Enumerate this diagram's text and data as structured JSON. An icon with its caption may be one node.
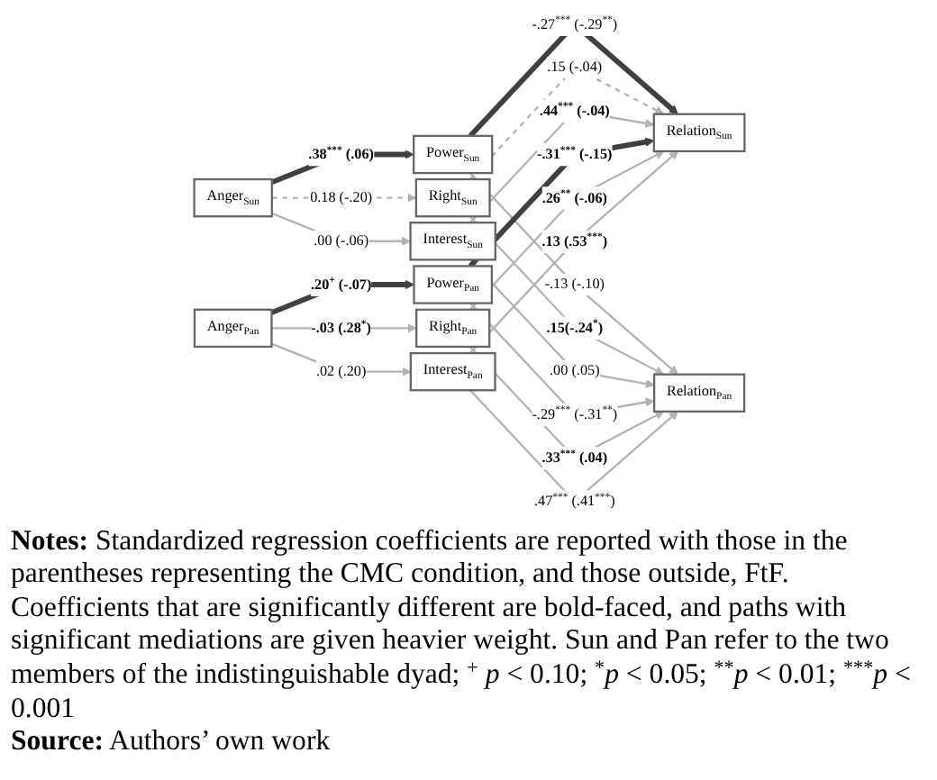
{
  "diagram": {
    "nodes": [
      {
        "text": [
          "Anger$_{Sun}$"
        ]
      },
      {
        "text": [
          "Power$_{Sun}$"
        ]
      },
      {
        "text": [
          "Right$_{Sun}$"
        ]
      },
      {
        "text": [
          "Interest$_{Sun}$"
        ]
      },
      {
        "text": [
          "Relation$_{Sun}$"
        ]
      },
      {
        "text": [
          "Anger$_{Pan}$"
        ]
      },
      {
        "text": [
          "Power$_{Pan}$"
        ]
      },
      {
        "text": [
          "Right$_{Pan}$"
        ]
      },
      {
        "text": [
          "Interest$_{Pan}$"
        ]
      },
      {
        "text": [
          "Relation$_{Pan}$"
        ]
      }
    ],
    "edges": [
      {
        "from": 0,
        "to": 1,
        "arrow": "to",
        "label": ".38$^{***}$ (.06)",
        "style": "thick",
        "color": "#404040"
      },
      {
        "from": 0,
        "to": 2,
        "arrow": "to",
        "label": "0.18 (-.20)",
        "style": "dashed"
      },
      {
        "from": 0,
        "to": 3,
        "arrow": "to",
        "label": ".00 (-.06)"
      },
      {
        "from": 1,
        "to": 4,
        "arrow": "to",
        "label": "-.27$^{***}$ (-.29$^{**}$)",
        "style": "thick",
        "color": "#404040"
      },
      {
        "from": 2,
        "to": 4,
        "arrow": "to",
        "label": ".15 (-.04)",
        "style": "dashed"
      },
      {
        "from": 3,
        "to": 4,
        "arrow": "to",
        "label": ".44$^{***}$ (-.04)"
      },
      {
        "from": 1,
        "to": 9,
        "arrow": "to",
        "label": "-.13 (-.10)"
      },
      {
        "from": 2,
        "to": 9,
        "arrow": "to",
        "label": ".15(-.24$^{*}$)"
      },
      {
        "from": 3,
        "to": 9,
        "arrow": "to",
        "label": ".00 (.05)"
      },
      {
        "from": 5,
        "to": 6,
        "arrow": "to",
        "label": ".20$^{+}$ (-.07)",
        "style": "thick",
        "color": "#404040"
      },
      {
        "from": 5,
        "to": 7,
        "arrow": "to",
        "label": "-.03 (.28$^{*}$)"
      },
      {
        "from": 5,
        "to": 8,
        "arrow": "to",
        "label": ".02 (.20)"
      },
      {
        "from": 6,
        "to": 4,
        "arrow": "to",
        "label": "-.31$^{***}$ (-.15)",
        "style": "thick",
        "color": "#404040"
      },
      {
        "from": 7,
        "to": 4,
        "arrow": "to",
        "label": ".26$^{**}$ (-.06)"
      },
      {
        "from": 8,
        "to": 4,
        "arrow": "to",
        "label": ".13 (.53$^{***}$)"
      },
      {
        "from": 6,
        "to": 9,
        "arrow": "to",
        "label": "-.29$^{***}$ (-.31$^{**}$)"
      },
      {
        "from": 7,
        "to": 9,
        "arrow": "to",
        "label": ".33$^{***}$ (.04)"
      },
      {
        "from": 8,
        "to": 9,
        "arrow": "to",
        "label": ".47$^{***}$ (.41$^{***}$)"
      }
    ],
    "caption": "**Notes:** Standardized regression coefficients are reported with those in the parentheses representing the CMC condition, and those outside, FtF. Coefficients that are significantly different are bold-faced, and paths with significant mediations are given heavier weight. Sun and Pan refer to the two members of the indistinguishable dyad; $^{+}$ *p* < 0.10; $^{*}$*p* < 0.05; $^{**}$*p* < 0.01; $^{***}$*p* < 0.001",
    "labels": [
      "**Source:** Authors’ own work"
    ]
  }
}
